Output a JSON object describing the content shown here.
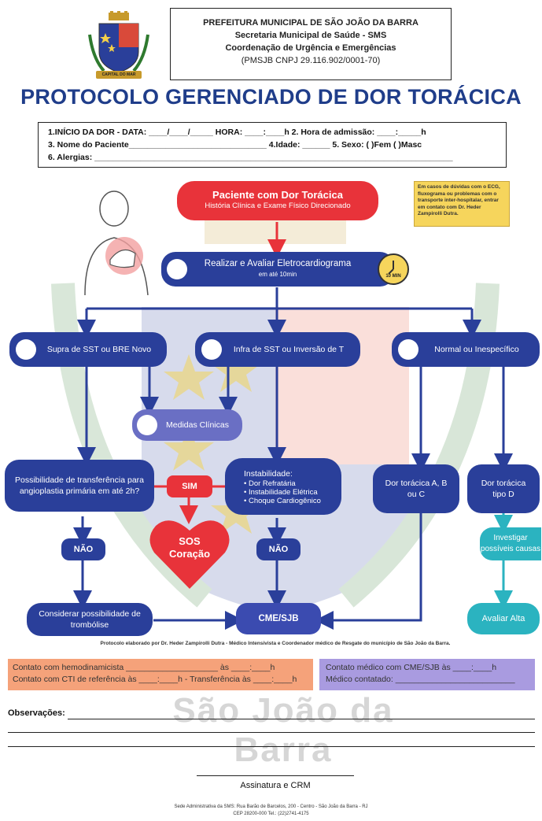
{
  "header": {
    "line1": "PREFEITURA MUNICIPAL DE SÃO JOÃO DA BARRA",
    "line2": "Secretaria Municipal de Saúde - SMS",
    "line3": "Coordenação de Urgência e Emergências",
    "line4": "(PMSJB CNPJ 29.116.902/0001-70)",
    "seal_text": "CAPITAL DO MAR"
  },
  "title": "PROTOCOLO GERENCIADO DE DOR TORÁCICA",
  "form": {
    "row1": "1.INÍCIO DA DOR - DATA: ____/____/_____  HORA: ____:____h   2. Hora de admissão: ____:_____h",
    "row2": "3. Nome do Paciente______________________________  4.Idade: ______  5. Sexo: (  )Fem  (  )Masc",
    "row3": "6. Alergias: ______________________________________________________________________________"
  },
  "flow": {
    "start_title": "Paciente com Dor Torácica",
    "start_sub": "História Clínica e Exame Físico Direcionado",
    "ecg_title": "Realizar e Avaliar Eletrocardiograma",
    "ecg_sub": "em até 10min",
    "clock_label": "10 MIN",
    "note": "Em casos de dúvidas com o ECG, fluxograma ou problemas com o transporte inter-hospitalar, entrar em contato com Dr. Heder Zampirolli Dutra.",
    "branch1": "Supra de SST ou BRE Novo",
    "branch2": "Infra de SST ou Inversão de T",
    "branch3": "Normal ou Inespecífico",
    "measures": "Medidas Clínicas",
    "transfer": "Possibilidade de transferência para angioplastia primária em até 2h?",
    "yes": "SIM",
    "no1": "NÃO",
    "no2": "NÃO",
    "instability_title": "Instabilidade:",
    "instability_items": [
      "Dor Refratária",
      "Instabilidade Elétrica",
      "Choque Cardiogênico"
    ],
    "abc": "Dor torácica A, B ou C",
    "typeD": "Dor torácica tipo D",
    "investigate": "Investigar possíveis causas",
    "sos_line1": "SOS",
    "sos_line2": "Coração",
    "thrombolysis": "Considerar possibilidade de trombólise",
    "cme": "CME/SJB",
    "discharge": "Avaliar Alta"
  },
  "credit": "Protocolo elaborado por Dr. Heder Zampirolli Dutra - Médico Intensivista e Coordenador médico de Resgate do município de São João da Barra.",
  "contacts": {
    "left1": "Contato com hemodinamicista ____________________ às ____:____h",
    "left2": "Contato com CTI de referência às ____:____h - Transferência às ____:____h",
    "right1": "Contato médico com CME/SJB às ____:____h",
    "right2": "Médico contatado: __________________________"
  },
  "watermark": "São João da Barra",
  "observations_label": "Observações:",
  "signature": "Assinatura e CRM",
  "footer1": "Sede Administrativa da SMS: Rua Barão de Barcelos, 200 - Centro - São João da Barra - RJ",
  "footer2": "CEP 28200-000 Tel.: (22)2741-4175",
  "colors": {
    "navy": "#2a3f9a",
    "red": "#e8333a",
    "teal": "#2bb3c0",
    "orange": "#f5a27a",
    "purple": "#a99be0",
    "note_yellow": "#f6d55c",
    "title_blue": "#1f3d8a"
  }
}
